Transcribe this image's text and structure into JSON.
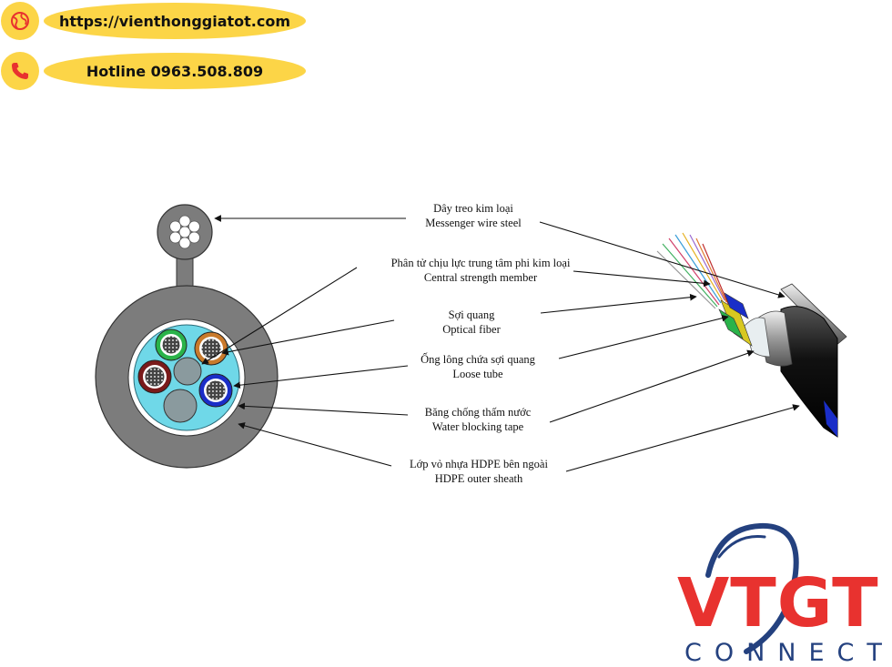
{
  "header": {
    "website": "https://vienthonggiatot.com",
    "hotline": "Hotline 0963.508.809"
  },
  "icons": {
    "web": "globe-icon",
    "phone": "phone-icon"
  },
  "labels": [
    {
      "vi": "Dây treo  kim loại",
      "en": "Messenger wire steel"
    },
    {
      "vi": "Phân tử chịu lực trung tâm phi kim loại",
      "en": "Central strength member"
    },
    {
      "vi": "Sợi quang",
      "en": "Optical fiber"
    },
    {
      "vi": "Ống lông chứa sợi quang",
      "en": "Loose tube"
    },
    {
      "vi": "Băng chống thấm nước",
      "en": "Water blocking tape"
    },
    {
      "vi": "Lớp vỏ nhựa HDPE bên ngoài",
      "en": "HDPE outer sheath"
    }
  ],
  "logo": {
    "brand": "VTGT",
    "tagline": "CONNECT"
  },
  "colors": {
    "pill": "#fcd547",
    "icon_red": "#e8322f",
    "logo_red": "#e8322f",
    "logo_blue": "#24417f",
    "sheath": "#7c7c7c",
    "water_tape": "#6fd8e8"
  }
}
